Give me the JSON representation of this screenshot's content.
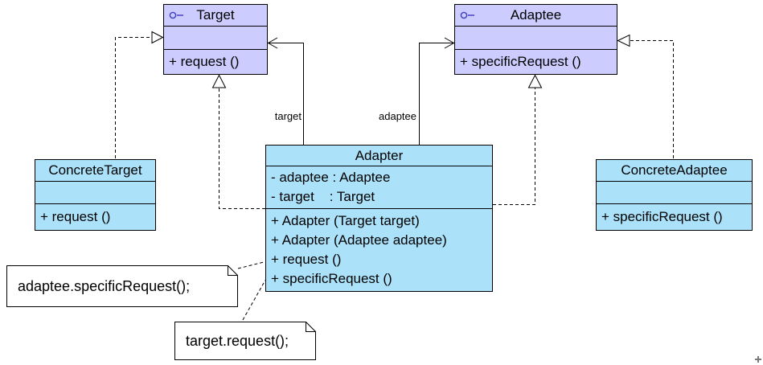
{
  "classes": {
    "target": {
      "name": "Target",
      "stereotype_icon": "interface",
      "attributes": [],
      "methods": [
        "+ request ()"
      ]
    },
    "adaptee": {
      "name": "Adaptee",
      "stereotype_icon": "interface",
      "attributes": [],
      "methods": [
        "+ specificRequest ()"
      ]
    },
    "adapter": {
      "name": "Adapter",
      "attributes": [
        "- adaptee : Adaptee",
        "- target    : Target"
      ],
      "methods": [
        "+ Adapter (Target target)",
        "+ Adapter (Adaptee adaptee)",
        "+ request ()",
        "+ specificRequest ()"
      ]
    },
    "concrete_target": {
      "name": "ConcreteTarget",
      "attributes": [],
      "methods": [
        "+ request ()"
      ]
    },
    "concrete_adaptee": {
      "name": "ConcreteAdaptee",
      "attributes": [],
      "methods": [
        "+ specificRequest ()"
      ]
    }
  },
  "edge_labels": {
    "target": "target",
    "adaptee": "adaptee"
  },
  "notes": {
    "adaptee_note": "adaptee.specificRequest();",
    "target_note": "target.request();"
  },
  "colors": {
    "interface_fill": "#ccccff",
    "class_fill": "#abe2fa",
    "line": "#000000",
    "note_fill": "#ffffff",
    "icon_stroke": "#3c3cc0"
  }
}
